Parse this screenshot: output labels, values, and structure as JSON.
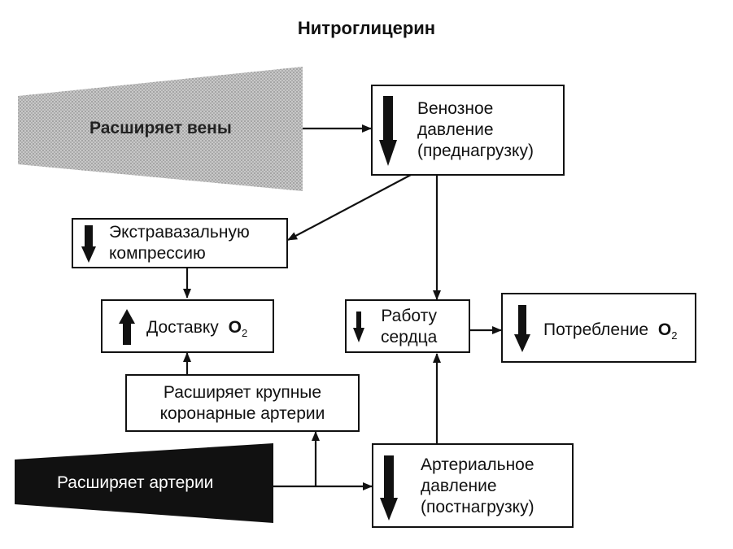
{
  "title": "Нитроглицерин",
  "dilates_veins": "Расширяет вены",
  "dilates_arteries": "Расширяет артерии",
  "venous_pressure": {
    "line1": "Венозное",
    "line2": "давление",
    "line3": "(преднагрузку)"
  },
  "extravascular": {
    "line1": "Экстравазальную",
    "line2": "компрессию"
  },
  "delivery": {
    "label": "Доставку",
    "o2_base": "O",
    "o2_sub": "2"
  },
  "heart_work": {
    "line1": "Работу",
    "line2": "сердца"
  },
  "consumption": {
    "label": "Потребление",
    "o2_base": "O",
    "o2_sub": "2"
  },
  "coronary": {
    "line1": "Расширяет крупные",
    "line2": "коронарные артерии"
  },
  "arterial_pressure": {
    "line1": "Артериальное",
    "line2": "давление",
    "line3": "(постнагрузку)"
  }
}
